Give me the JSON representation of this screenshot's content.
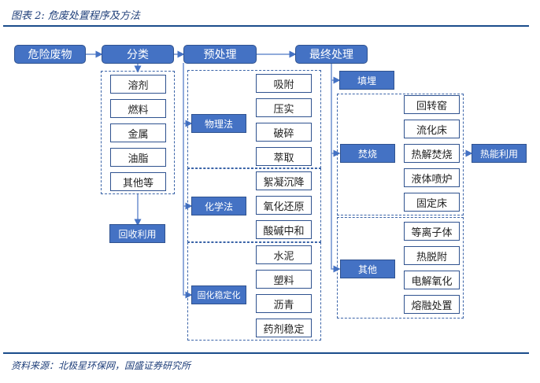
{
  "title": "图表 2:  危废处置程序及方法",
  "source": "资料来源：北极星环保网，国盛证券研究所",
  "colors": {
    "box_fill": "#4472c4",
    "box_border": "#2f528f",
    "rule": "#1a4c8b",
    "text_dark": "#1f3f7a"
  },
  "flow": {
    "hazardous_waste": "危险废物",
    "classification": "分类",
    "pretreatment": "预处理",
    "final_disposal": "最终处理"
  },
  "classification": {
    "items": [
      "溶剂",
      "燃料",
      "金属",
      "油脂",
      "其他等"
    ],
    "result": "回收利用"
  },
  "pretreatment": {
    "methods": [
      {
        "label": "物理法",
        "items": [
          "吸附",
          "压实",
          "破碎",
          "萃取"
        ]
      },
      {
        "label": "化学法",
        "items": [
          "絮凝沉降",
          "氧化还原",
          "酸碱中和"
        ]
      },
      {
        "label": "固化稳定化",
        "items": [
          "水泥",
          "塑料",
          "沥青",
          "药剂稳定"
        ]
      }
    ]
  },
  "final_disposal": {
    "landfill": "填埋",
    "methods": [
      {
        "label": "焚烧",
        "items": [
          "回转窑",
          "流化床",
          "热解焚烧",
          "液体喷炉",
          "固定床"
        ],
        "result": "热能利用"
      },
      {
        "label": "其他",
        "items": [
          "等离子体",
          "热脱附",
          "电解氧化",
          "熔融处置"
        ]
      }
    ]
  }
}
